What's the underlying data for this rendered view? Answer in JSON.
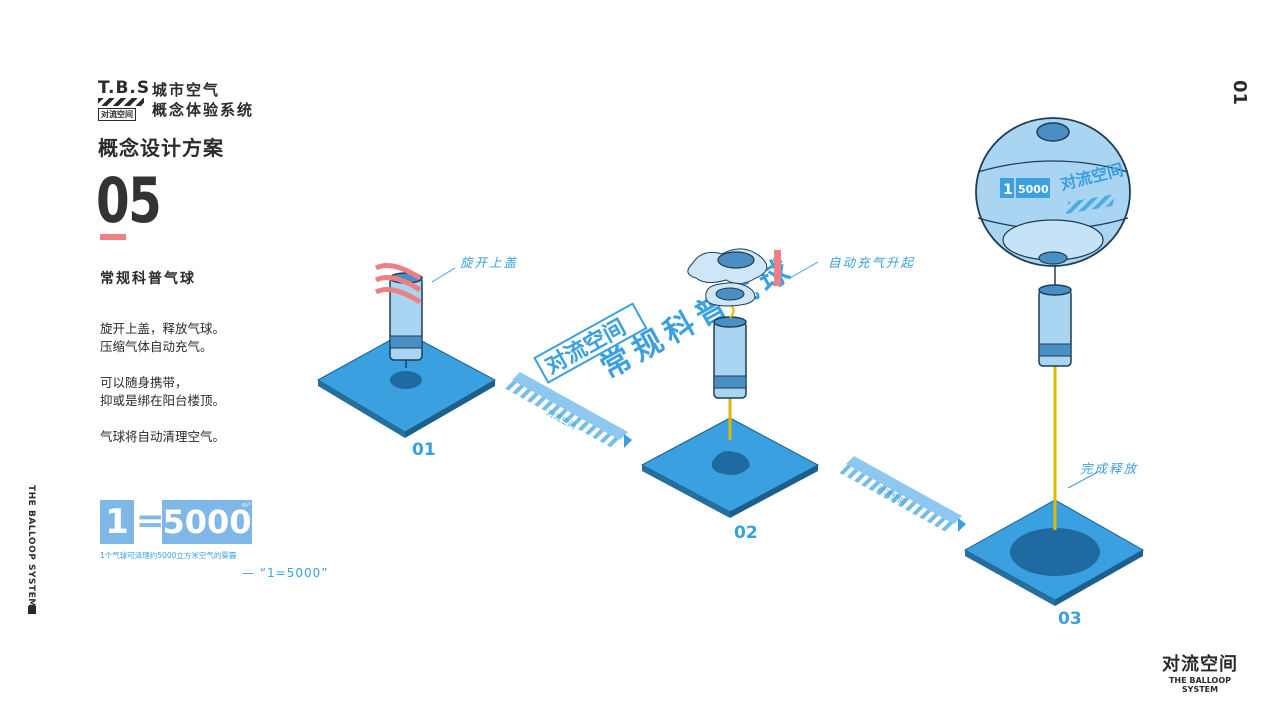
{
  "logo": {
    "abbr": "T.B.S",
    "sub": "对流空间"
  },
  "system_title": {
    "line1": "城市空气",
    "line2": "概念体验系统"
  },
  "plan_title": "概念设计方案",
  "section_number": "05",
  "section_title": "常规科普气球",
  "description": "旋开上盖，释放气球。\n压缩气体自动充气。\n\n可以随身携带，\n抑或是绑在阳台楼顶。\n\n气球将自动清理空气。",
  "equation": {
    "left": "1",
    "sign": "=",
    "right": "5000",
    "unit": "m³",
    "caption": "1个气球可清理约5000立方米空气的雾霾",
    "quote": "— “1=5000”"
  },
  "vertical_caption": "THE BALLOOP SYSTEM",
  "page_number": "01",
  "steps": [
    {
      "number": "01",
      "label": "旋开上盖"
    },
    {
      "number": "02",
      "label": "自动充气升起"
    },
    {
      "number": "03",
      "label": "完成释放"
    }
  ],
  "banner": {
    "brand": "对流空间",
    "title": "常规科普气球",
    "tag": "对流空间"
  },
  "balloon": {
    "badge_left": "1",
    "badge_right": "5000",
    "brand": "对流空间"
  },
  "brand_footer": {
    "cn": "对流空间",
    "en": "THE BALLOOP SYSTEM"
  },
  "colors": {
    "accent": "#3aa0e0",
    "platform": "#3aa0e0",
    "balloon": "#a9d4f2",
    "pink": "#f07f83",
    "dark": "#2b2b2b"
  }
}
